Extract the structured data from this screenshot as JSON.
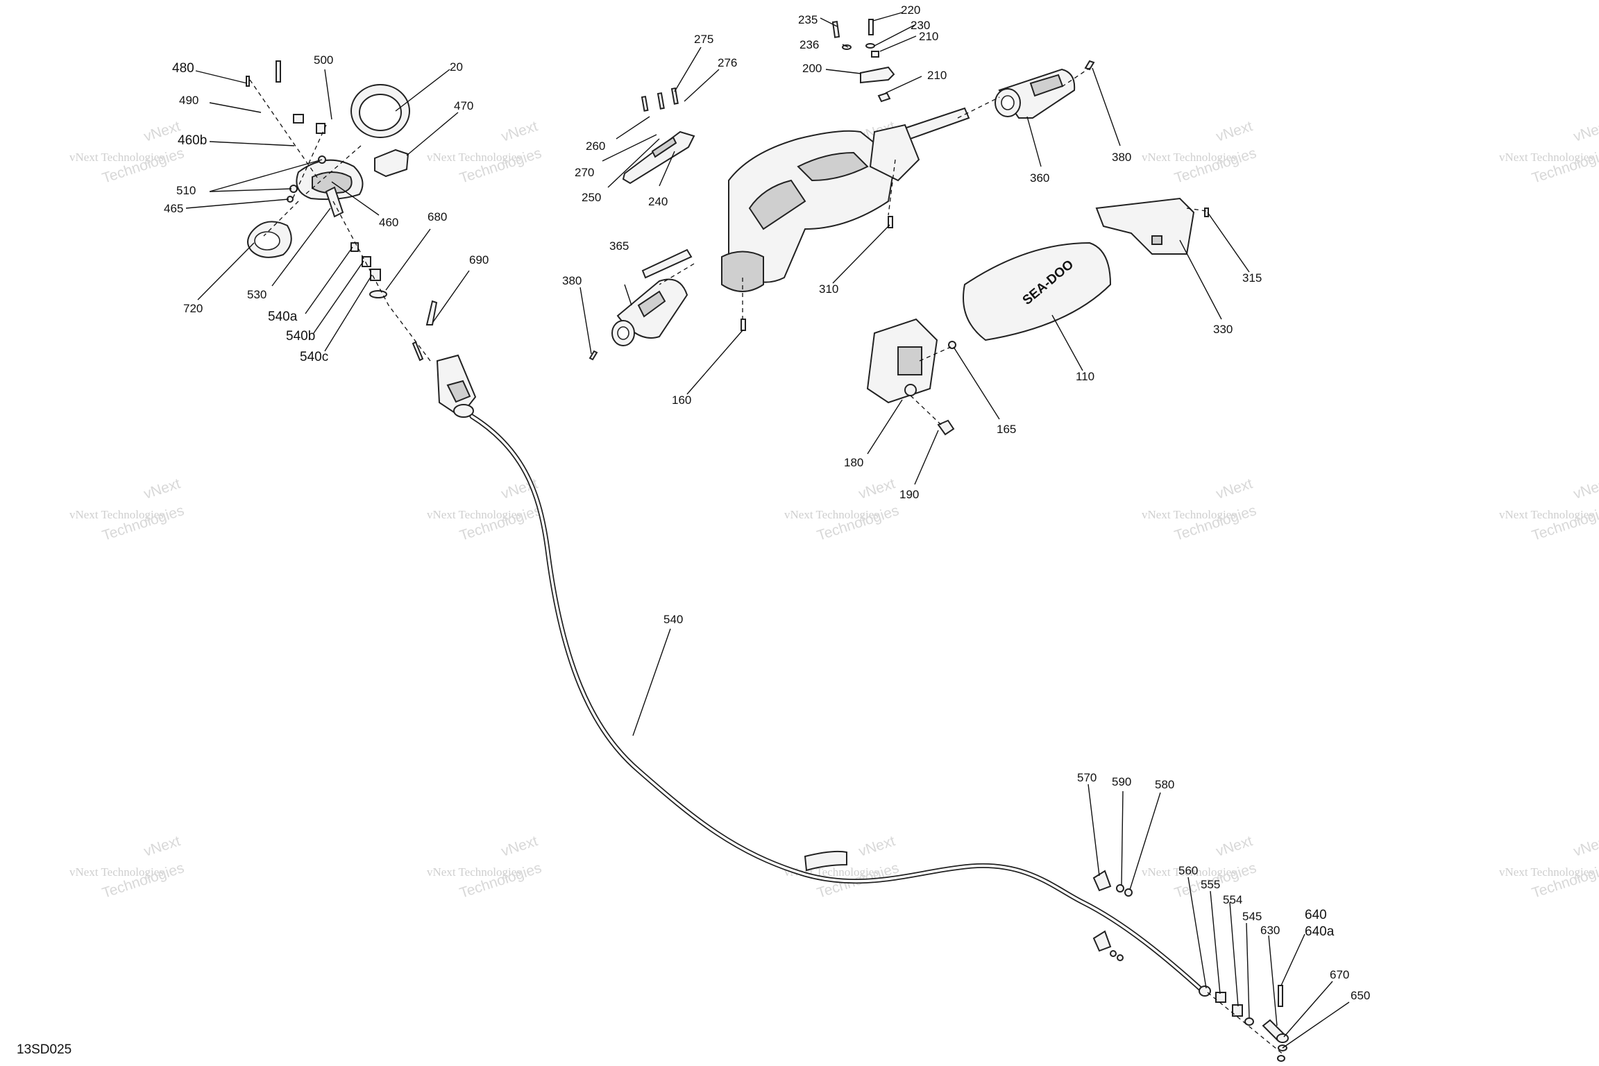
{
  "diagram": {
    "drawing_code": "13SD025",
    "watermark": {
      "line1": "vNext Technologies",
      "line2": "Technologies",
      "line3": "vNext"
    },
    "callouts": [
      {
        "id": "c480",
        "label": "480"
      },
      {
        "id": "c490",
        "label": "490"
      },
      {
        "id": "c460b",
        "label": "460b"
      },
      {
        "id": "c510",
        "label": "510"
      },
      {
        "id": "c465",
        "label": "465"
      },
      {
        "id": "c500",
        "label": "500"
      },
      {
        "id": "c20",
        "label": "20"
      },
      {
        "id": "c470",
        "label": "470"
      },
      {
        "id": "c460",
        "label": "460"
      },
      {
        "id": "c720",
        "label": "720"
      },
      {
        "id": "c530",
        "label": "530"
      },
      {
        "id": "c540a",
        "label": "540a"
      },
      {
        "id": "c540b",
        "label": "540b"
      },
      {
        "id": "c540c",
        "label": "540c"
      },
      {
        "id": "c680",
        "label": "680"
      },
      {
        "id": "c690",
        "label": "690"
      },
      {
        "id": "c275",
        "label": "275"
      },
      {
        "id": "c276",
        "label": "276"
      },
      {
        "id": "c260",
        "label": "260"
      },
      {
        "id": "c270",
        "label": "270"
      },
      {
        "id": "c250",
        "label": "250"
      },
      {
        "id": "c240",
        "label": "240"
      },
      {
        "id": "c235",
        "label": "235"
      },
      {
        "id": "c220",
        "label": "220"
      },
      {
        "id": "c230",
        "label": "230"
      },
      {
        "id": "c236",
        "label": "236"
      },
      {
        "id": "c210a",
        "label": "210"
      },
      {
        "id": "c200",
        "label": "200"
      },
      {
        "id": "c210b",
        "label": "210"
      },
      {
        "id": "c360",
        "label": "360"
      },
      {
        "id": "c380a",
        "label": "380"
      },
      {
        "id": "c310",
        "label": "310"
      },
      {
        "id": "c315",
        "label": "315"
      },
      {
        "id": "c330",
        "label": "330"
      },
      {
        "id": "c110",
        "label": "110"
      },
      {
        "id": "c365",
        "label": "365"
      },
      {
        "id": "c380b",
        "label": "380"
      },
      {
        "id": "c160",
        "label": "160"
      },
      {
        "id": "c165",
        "label": "165"
      },
      {
        "id": "c180",
        "label": "180"
      },
      {
        "id": "c190",
        "label": "190"
      },
      {
        "id": "c540",
        "label": "540"
      },
      {
        "id": "c570",
        "label": "570"
      },
      {
        "id": "c590",
        "label": "590"
      },
      {
        "id": "c580",
        "label": "580"
      },
      {
        "id": "c560",
        "label": "560"
      },
      {
        "id": "c555",
        "label": "555"
      },
      {
        "id": "c554",
        "label": "554"
      },
      {
        "id": "c545",
        "label": "545"
      },
      {
        "id": "c630",
        "label": "630"
      },
      {
        "id": "c640",
        "label": "640"
      },
      {
        "id": "c640a",
        "label": "640a"
      },
      {
        "id": "c670",
        "label": "670"
      },
      {
        "id": "c650",
        "label": "650"
      }
    ],
    "brand_logo_text": "SEA-DOO"
  }
}
